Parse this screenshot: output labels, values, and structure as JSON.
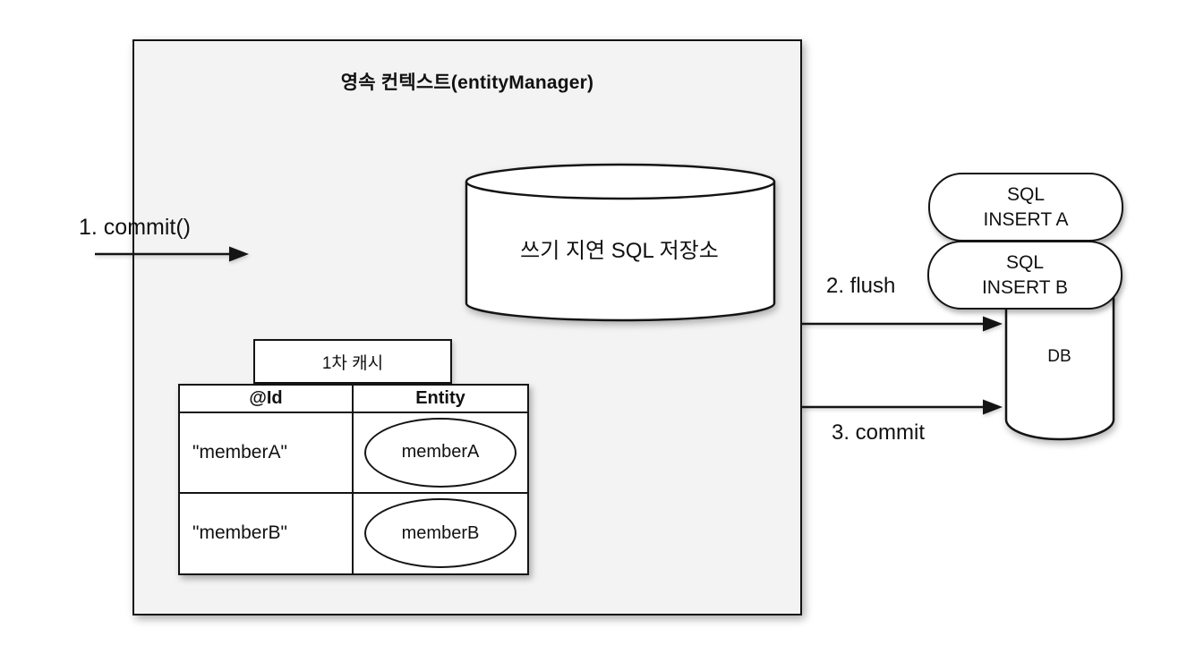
{
  "diagram": {
    "title": "영속 컨텍스트(entityManager)",
    "sql_store_label": "쓰기 지연 SQL 저장소",
    "cache": {
      "label": "1차 캐시",
      "headers": [
        "@Id",
        "Entity"
      ],
      "rows": [
        {
          "id": "\"memberA\"",
          "entity": "memberA"
        },
        {
          "id": "\"memberB\"",
          "entity": "memberB"
        }
      ]
    },
    "sql_queue": [
      {
        "line1": "SQL",
        "line2": "INSERT A"
      },
      {
        "line1": "SQL",
        "line2": "INSERT B"
      }
    ],
    "database": {
      "label": "DB"
    },
    "arrows": {
      "commit1": "1. commit()",
      "flush": "2. flush",
      "commit3": "3. commit"
    },
    "colors": {
      "context_fill": "#f3f3f3",
      "shape_fill": "#ffffff",
      "stroke": "#141414"
    }
  }
}
